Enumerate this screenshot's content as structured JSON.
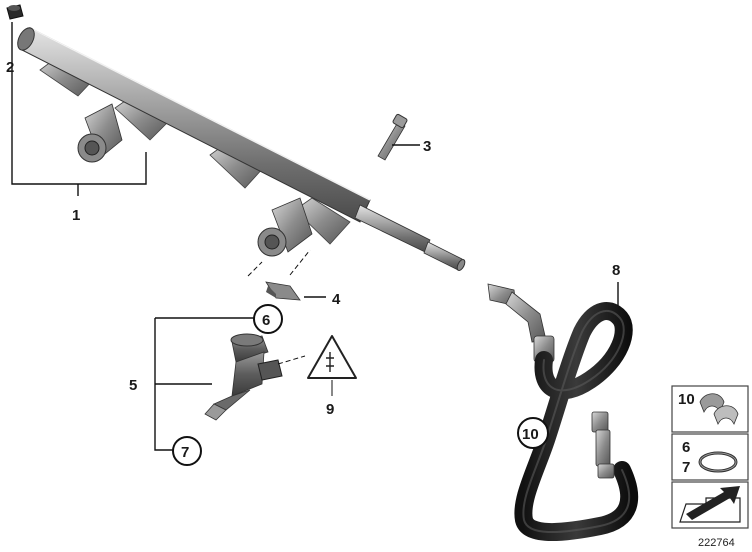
{
  "labels": {
    "l1": "1",
    "l2": "2",
    "l3": "3",
    "l4": "4",
    "l5": "5",
    "l6": "6",
    "l7": "7",
    "l8": "8",
    "l9": "9",
    "l10": "10"
  },
  "legend": {
    "row1": "10",
    "row2a": "6",
    "row2b": "7"
  },
  "diagram_id": "222764",
  "colors": {
    "rail_metal": "#8f8f8f",
    "hose_black": "#1e1e1e",
    "injector": "#6e6e6e",
    "line": "#111111"
  }
}
